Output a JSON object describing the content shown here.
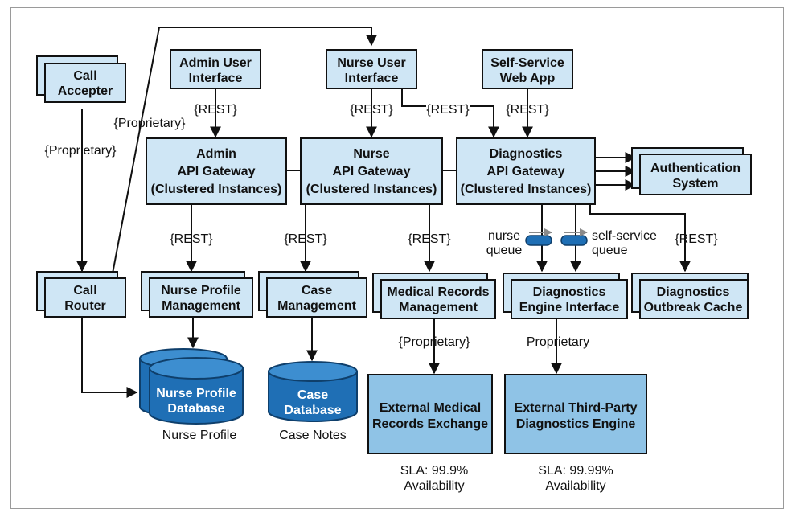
{
  "nodes": {
    "call_accepter": [
      "Call",
      "Accepter"
    ],
    "admin_ui": [
      "Admin User",
      "Interface"
    ],
    "nurse_ui": [
      "Nurse User",
      "Interface"
    ],
    "self_service": [
      "Self-Service",
      "Web App"
    ],
    "admin_gw": [
      "Admin",
      "API Gateway",
      "(Clustered Instances)"
    ],
    "nurse_gw": [
      "Nurse",
      "API Gateway",
      "(Clustered Instances)"
    ],
    "diag_gw": [
      "Diagnostics",
      "API Gateway",
      "(Clustered Instances)"
    ],
    "auth": [
      "Authentication",
      "System"
    ],
    "call_router": [
      "Call",
      "Router"
    ],
    "nurse_profile_mgmt": [
      "Nurse Profile",
      "Management"
    ],
    "case_mgmt": [
      "Case",
      "Management"
    ],
    "medical_records_mgmt": [
      "Medical Records",
      "Management"
    ],
    "diag_engine_iface": [
      "Diagnostics",
      "Engine Interface"
    ],
    "outbreak_cache": [
      "Diagnostics",
      "Outbreak Cache"
    ],
    "ext_medical": [
      "External Medical",
      "Records Exchange"
    ],
    "ext_diag": [
      "External Third-Party",
      "Diagnostics Engine"
    ]
  },
  "databases": {
    "nurse_profile_db": [
      "Nurse Profile",
      "Database"
    ],
    "case_db": [
      "Case",
      "Database"
    ]
  },
  "edge_labels": {
    "proprietary": "{Proprietary}",
    "rest": "{REST}",
    "proprietary_plain": "Proprietary",
    "nurse_queue": [
      "nurse",
      "queue"
    ],
    "self_service_queue": [
      "self-service",
      "queue"
    ]
  },
  "captions": {
    "nurse_profile": "Nurse Profile",
    "case_notes": "Case Notes",
    "sla_medical": [
      "SLA: 99.9%",
      "Availability"
    ],
    "sla_diag": [
      "SLA: 99.99%",
      "Availability"
    ]
  }
}
